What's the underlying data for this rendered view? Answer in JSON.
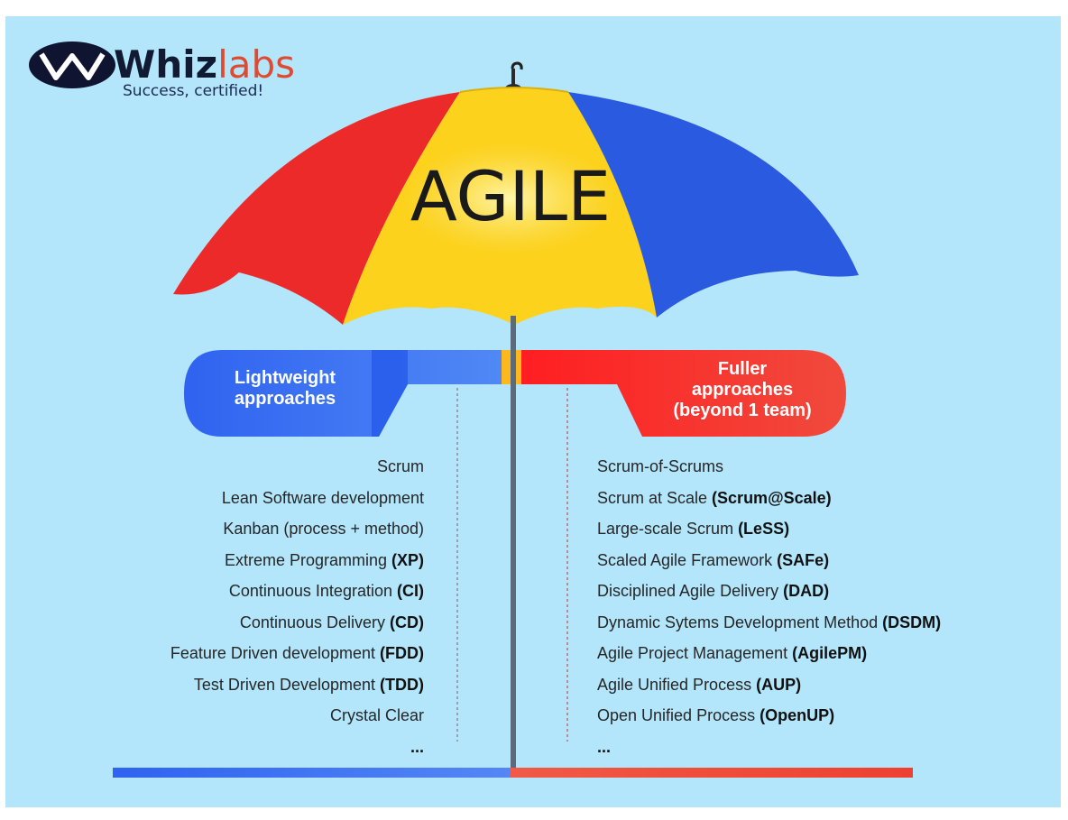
{
  "logo": {
    "word_main": "Whiz",
    "word_accent": "labs",
    "tagline": "Success, certified!"
  },
  "canopy_title": "AGILE",
  "categories": {
    "lightweight": [
      "Lightweight",
      "approaches"
    ],
    "fuller": [
      "Fuller",
      "approaches",
      "(beyond 1 team)"
    ]
  },
  "lightweight_items": [
    {
      "text": "Scrum",
      "abbr": ""
    },
    {
      "text": "Lean Software development",
      "abbr": ""
    },
    {
      "text": "Kanban (process + method)",
      "abbr": ""
    },
    {
      "text": "Extreme Programming ",
      "abbr": "(XP)"
    },
    {
      "text": "Continuous Integration ",
      "abbr": "(CI)"
    },
    {
      "text": "Continuous Delivery ",
      "abbr": "(CD)"
    },
    {
      "text": "Feature Driven development ",
      "abbr": "(FDD)"
    },
    {
      "text": "Test Driven Development ",
      "abbr": "(TDD)"
    },
    {
      "text": "Crystal Clear",
      "abbr": ""
    },
    {
      "text": "",
      "abbr": "..."
    }
  ],
  "fuller_items": [
    {
      "text": "Scrum-of-Scrums",
      "abbr": ""
    },
    {
      "text": "Scrum at Scale ",
      "abbr": "(Scrum@Scale)"
    },
    {
      "text": "Large-scale Scrum ",
      "abbr": "(LeSS)"
    },
    {
      "text": "Scaled Agile Framework ",
      "abbr": "(SAFe)"
    },
    {
      "text": "Disciplined Agile Delivery ",
      "abbr": "(DAD)"
    },
    {
      "text": "Dynamic Sytems Development Method ",
      "abbr": "(DSDM)"
    },
    {
      "text": "Agile Project Management ",
      "abbr": "(AgilePM)"
    },
    {
      "text": "Agile Unified Process ",
      "abbr": "(AUP)"
    },
    {
      "text": "Open Unified Process ",
      "abbr": "(OpenUP)"
    },
    {
      "text": "",
      "abbr": "..."
    }
  ],
  "colors": {
    "background": "#b3e6fb",
    "canopy_red": "#ec2a2a",
    "canopy_yellow": "#fcd21c",
    "canopy_blue": "#2a5ae0",
    "lightweight_blue": "#3c6cf0",
    "fuller_red": "#f03c32",
    "pole": "#5b6a7d"
  }
}
